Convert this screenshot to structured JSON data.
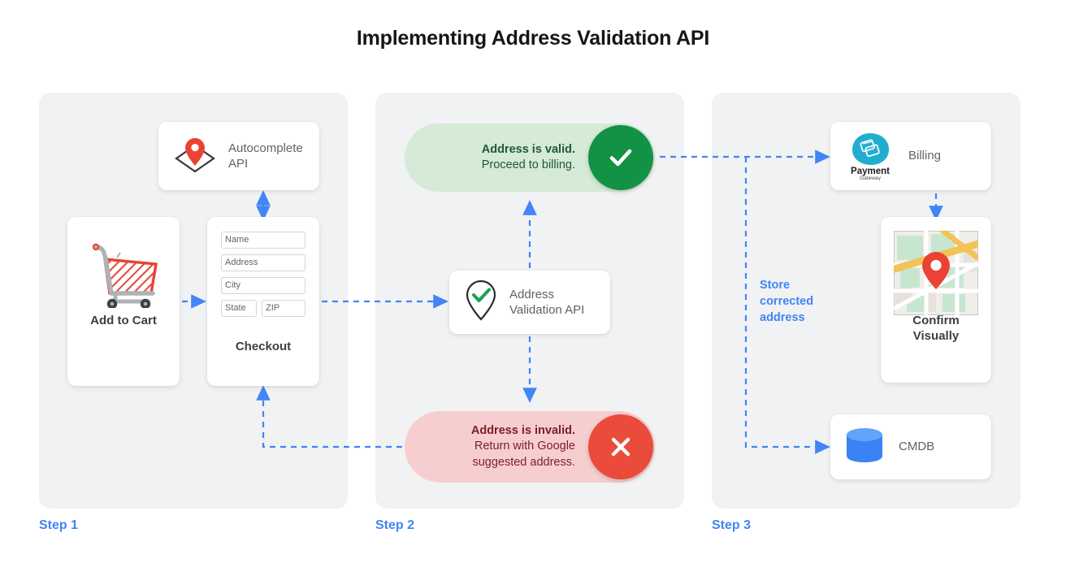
{
  "page": {
    "title": "Implementing Address Validation API",
    "accent_blue": "#4285f4",
    "panel_bg": "#f1f2f3",
    "valid_green": "#119245",
    "invalid_red": "#ea4b3b"
  },
  "steps": [
    {
      "label": "Step 1"
    },
    {
      "label": "Step 2"
    },
    {
      "label": "Step 3"
    }
  ],
  "step1": {
    "autocomplete": {
      "label_line1": "Autocomplete",
      "label_line2": "API",
      "icon": "map-pin-envelope-icon"
    },
    "add_to_cart": {
      "title": "Add to Cart",
      "icon": "shopping-cart-icon"
    },
    "checkout": {
      "title": "Checkout",
      "fields": [
        {
          "name": "name-field",
          "placeholder": "Name"
        },
        {
          "name": "address-field",
          "placeholder": "Address"
        },
        {
          "name": "city-field",
          "placeholder": "City"
        },
        {
          "name": "state-field",
          "placeholder": "State"
        },
        {
          "name": "zip-field",
          "placeholder": "ZIP"
        }
      ]
    }
  },
  "step2": {
    "valid": {
      "headline": "Address is valid.",
      "detail": "Proceed to billing.",
      "badge_icon": "check-icon",
      "badge_color": "#119245"
    },
    "invalid": {
      "headline": "Address is invalid.",
      "detail_line1": "Return with Google",
      "detail_line2": "suggested address.",
      "badge_icon": "close-icon",
      "badge_color": "#ea4b3b"
    },
    "validation_api": {
      "label_line1": "Address",
      "label_line2": "Validation API",
      "icon": "pin-check-icon"
    }
  },
  "step3": {
    "billing": {
      "label": "Billing",
      "logo_line1": "Payment",
      "logo_line2": "Gateway",
      "icon": "payment-gateway-icon"
    },
    "confirm": {
      "title_line1": "Confirm",
      "title_line2": "Visually",
      "icon": "map-thumbnail-icon"
    },
    "cmdb": {
      "label": "CMDB",
      "icon": "database-icon"
    },
    "store_note": {
      "line1": "Store",
      "line2": "corrected",
      "line3": "address"
    }
  }
}
